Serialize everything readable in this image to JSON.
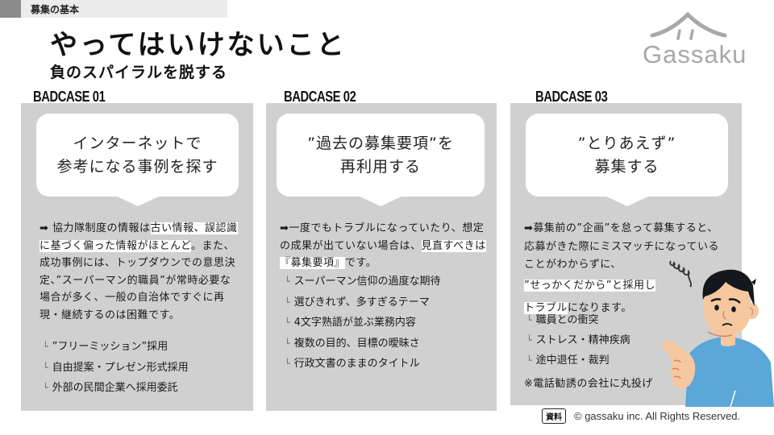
{
  "header": {
    "section": "募集の基本",
    "title": "やってはいけないこと",
    "subtitle": "負のスパイラルを脱する"
  },
  "logo": {
    "text": "Gassaku",
    "icon": "house-roof-icon"
  },
  "colors": {
    "panel": "#d0d0d0",
    "highlight": "#ffffff",
    "logo": "#a8a8a8",
    "shirt": "#5aa7d8",
    "skin": "#f6c8a0"
  },
  "cases": [
    {
      "label": "BADCASE 01",
      "bubble": [
        "インターネットで",
        "参考になる事例を探す"
      ],
      "body": {
        "arrow": "➡",
        "pre": " 協力隊制度の情報は",
        "highlight": "古い情報、誤認識に基づく偏った情報がほとんど",
        "post": "。また、成功事例には、トップダウンでの意思決定、”スーパーマン的職員”が常時必要な場合が多く、一般の自治体ですぐに再現・継続するのは困難です。"
      },
      "items": [
        "”フリーミッション”採用",
        "自由提案・プレゼン形式採用",
        "外部の民間企業へ採用委託"
      ]
    },
    {
      "label": "BADCASE 02",
      "bubble": [
        "”過去の募集要項”を",
        "再利用する"
      ],
      "body": {
        "arrow": "➡",
        "pre": "一度でもトラブルになっていたり、想定の成果が出ていない場合は、",
        "highlight": "見直すべきは『募集要項』",
        "post": "です。"
      },
      "items": [
        "スーパーマン信仰の過度な期待",
        "選びきれず、多すぎるテーマ",
        "4文字熟語が並ぶ業務内容",
        "複数の目的、目標の曖昧さ",
        "行政文書のままのタイトル"
      ]
    },
    {
      "label": "BADCASE 03",
      "bubble": [
        "”とりあえず”",
        "募集する"
      ],
      "body": {
        "arrow": "➡",
        "pre": "募集前の”企画”を怠って募集すると、応募がきた際にミスマッチになっていることがわからずに、",
        "highlight1": "”せっかくだから”と採用し",
        "highlight2": "トラブル",
        "post": "になります。"
      },
      "items": [
        "職員との衝突",
        "ストレス・精神疾病",
        "途中退任・裁判"
      ],
      "note": "※電話勧誘の会社に丸投げ"
    }
  ],
  "sub_mark": "└",
  "footer": {
    "tag": "資料",
    "copyright": "© gassaku inc. All Rights Reserved."
  }
}
